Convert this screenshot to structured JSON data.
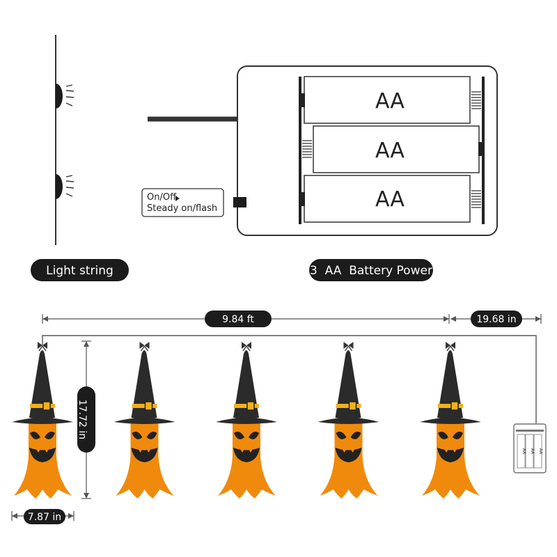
{
  "labels": {
    "light_string": "Light string",
    "battery_power": "3  AA  Battery Power",
    "switch_line1": "On/Off",
    "switch_line2": "Steady on/flash"
  },
  "battery_box": {
    "cells": [
      "AA",
      "AA",
      "AA"
    ],
    "mini_cells": [
      "AA",
      "AA",
      "AA"
    ]
  },
  "dimensions": {
    "string_length": "9.84 ft",
    "lead_length": "19.68 in",
    "hat_height": "17.72 in",
    "hat_width": "7.87 in"
  },
  "product": {
    "hat_count": 5,
    "colors": {
      "hat": "#2b2b2b",
      "hat_band": "#222222",
      "buckle": "#f2b01e",
      "ghost_body": "#f08a0c",
      "face": "#222222",
      "pill": "#1c1c1c",
      "line": "#555555"
    }
  }
}
